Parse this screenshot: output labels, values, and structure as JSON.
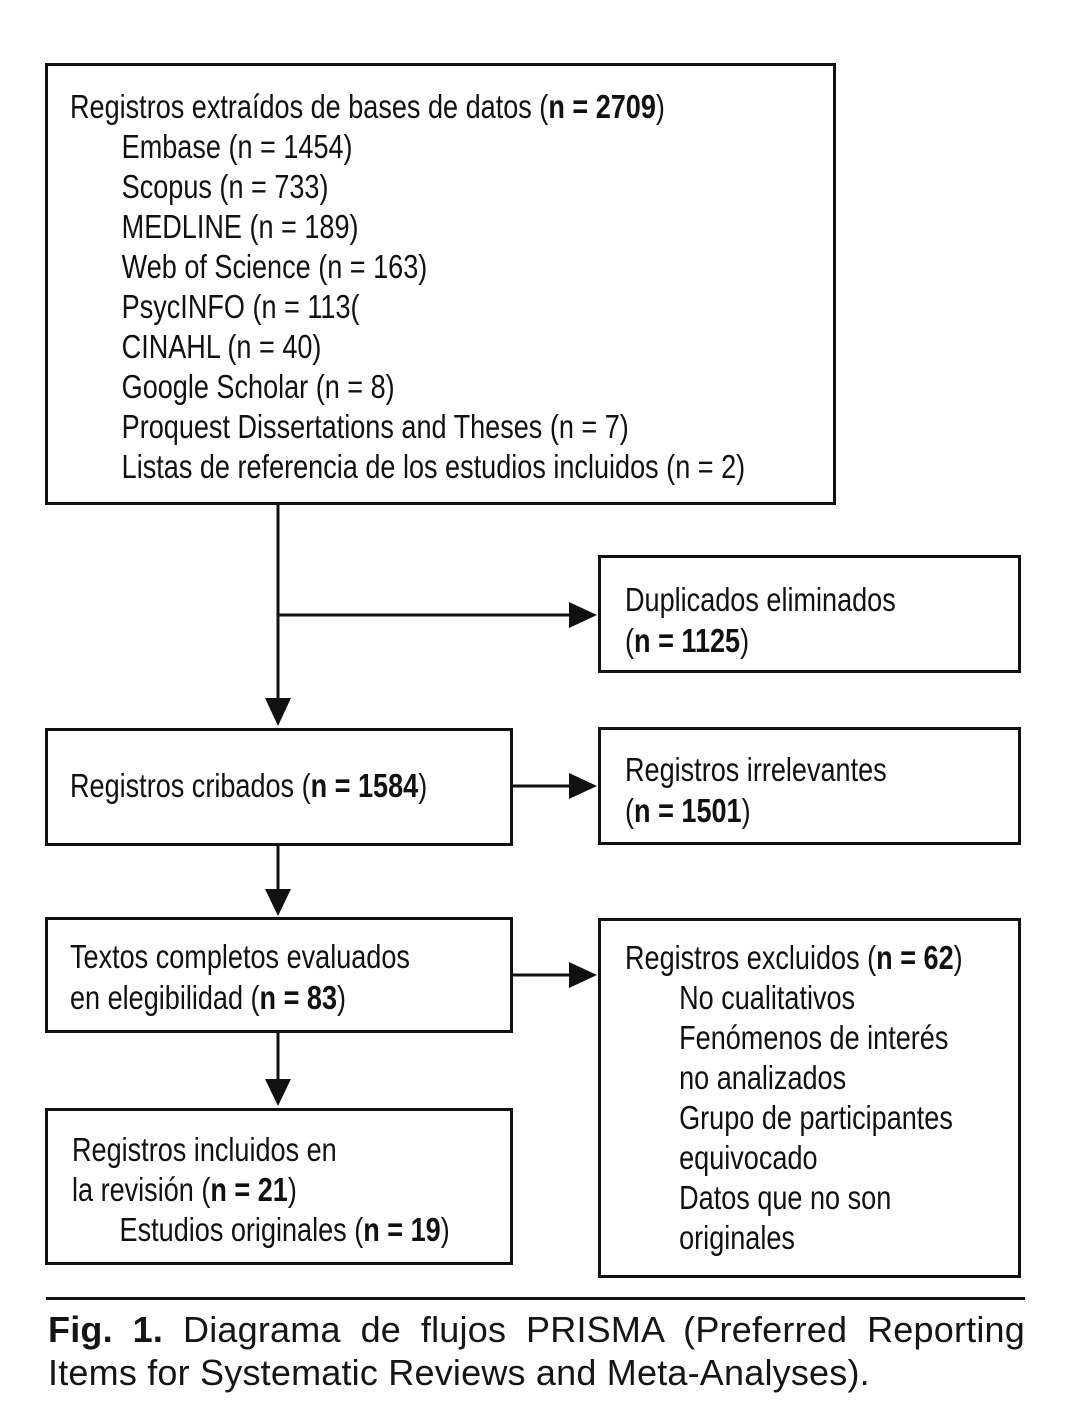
{
  "diagram": {
    "identification_box": {
      "title_prefix": "Registros extraídos de bases de datos (",
      "title_bold": "n = 2709",
      "title_suffix": ")",
      "items": [
        "Embase (n = 1454)",
        "Scopus (n = 733)",
        "MEDLINE (n = 189)",
        "Web of Science (n = 163)",
        "PsycINFO (n = 113(",
        "CINAHL (n = 40)",
        "Google Scholar (n = 8)",
        "Proquest Dissertations and Theses (n = 7)",
        "Listas de referencia de los estudios incluidos (n = 2)"
      ]
    },
    "duplicates_box": {
      "line1": "Duplicados eliminados",
      "line2_prefix": "(",
      "line2_bold": "n = 1125",
      "line2_suffix": ")"
    },
    "screened_box": {
      "prefix": "Registros cribados (",
      "bold": "n = 1584",
      "suffix": ")"
    },
    "irrelevant_box": {
      "line1": "Registros irrelevantes",
      "line2_prefix": "(",
      "line2_bold": "n = 1501",
      "line2_suffix": ")"
    },
    "fulltext_box": {
      "line1": "Textos completos evaluados",
      "line2_prefix": "en elegibilidad (",
      "line2_bold": "n = 83",
      "line2_suffix": ")"
    },
    "excluded_box": {
      "title_prefix": "Registros excluidos (",
      "title_bold": "n = 62",
      "title_suffix": ")",
      "reason_lines": [
        "No cualitativos",
        "Fenómenos de interés",
        "no analizados",
        "Grupo de participantes",
        "equivocado",
        "Datos que no son",
        "originales"
      ]
    },
    "included_box": {
      "line1": "Registros incluidos en",
      "line2_prefix": "la revisión (",
      "line2_bold": "n = 21",
      "line2_suffix": ")",
      "line3_prefix": "Estudios originales (",
      "line3_bold": "n = 19",
      "line3_suffix": ")"
    }
  },
  "caption": {
    "fig_label": "Fig. 1.",
    "line1_rest": "Diagrama de flujos PRISMA (Preferred Reporting",
    "line2": "Items for Systematic Reviews and Meta-Analyses)."
  },
  "colors": {
    "ink": "#111111",
    "background": "#ffffff"
  }
}
